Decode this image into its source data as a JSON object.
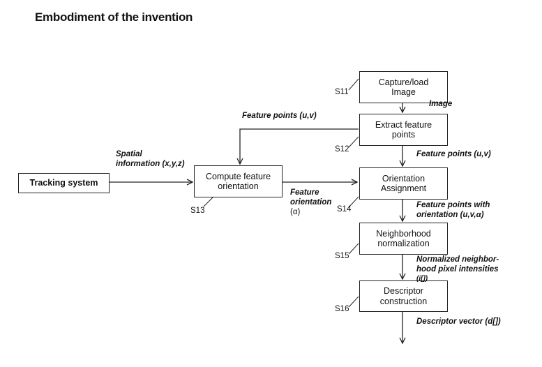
{
  "title": "Embodiment of the invention",
  "boxes": {
    "capture": [
      "Capture/load",
      "Image"
    ],
    "extract": [
      "Extract feature",
      "points"
    ],
    "orientation": [
      "Orientation",
      "Assignment"
    ],
    "neighborhood": [
      "Neighborhood",
      "normalization"
    ],
    "descriptor": [
      "Descriptor",
      "construction"
    ],
    "compute": [
      "Compute feature",
      "orientation"
    ],
    "tracking": [
      "Tracking system"
    ]
  },
  "steps": {
    "s11": "S11",
    "s12": "S12",
    "s13": "S13",
    "s14": "S14",
    "s15": "S15",
    "s16": "S16"
  },
  "labels": {
    "image": "Image",
    "feature_points_top": "Feature points (u,v)",
    "feature_points_right": "Feature points (u,v)",
    "spatial": [
      "Spatial",
      "information (x,y,z)"
    ],
    "feature_orientation": [
      "Feature",
      "orientation",
      "(α)"
    ],
    "feature_points_with": [
      "Feature points with",
      "orientation (u,v,α)"
    ],
    "normalized": [
      "Normalized neighbor-",
      "hood pixel intensities",
      "(i[])"
    ],
    "descriptor_vector": "Descriptor vector (d[])"
  }
}
